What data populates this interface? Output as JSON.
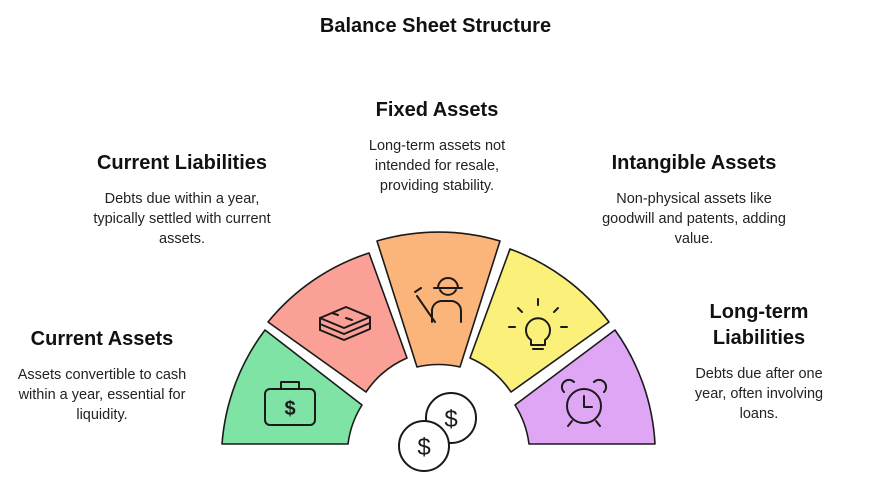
{
  "title": "Balance Sheet Structure",
  "segments": [
    {
      "name": "Current Assets",
      "description": "Assets convertible to cash within a year, essential for liquidity.",
      "color": "#7ee3a4",
      "icon": "cash-briefcase-icon"
    },
    {
      "name": "Current Liabilities",
      "description": "Debts due within a year, typically settled with current assets.",
      "color": "#fba097",
      "icon": "money-stack-icon"
    },
    {
      "name": "Fixed Assets",
      "description": "Long-term assets not intended for resale, providing stability.",
      "color": "#fbb57b",
      "icon": "worker-icon"
    },
    {
      "name": "Intangible Assets",
      "description": "Non-physical assets like goodwill and patents, adding value.",
      "color": "#fbf07a",
      "icon": "lightbulb-icon"
    },
    {
      "name": "Long-term Liabilities",
      "description": "Debts due after one year, often involving loans.",
      "color": "#dfa6f6",
      "icon": "alarm-clock-icon"
    }
  ],
  "center_icon": "coins-icon",
  "stroke_color": "#1a1a1a"
}
